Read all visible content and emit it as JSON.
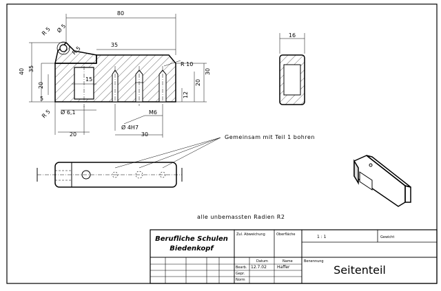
{
  "dims": {
    "d80": "80",
    "d35": "35",
    "r5a": "R 5",
    "r5b": "R 5",
    "phi5": "Ø 5",
    "r10": "R 10",
    "d40": "40",
    "d35v": "35",
    "d20v": "20",
    "d5": "5",
    "r5c": "R 5",
    "d15": "15",
    "d30r": "30",
    "d20r": "20",
    "d12": "12",
    "phi61": "Ø  6,1",
    "m6": "M6",
    "phi4h7": "Ø  4H7",
    "d20b": "20",
    "d30b": "30",
    "d16": "16"
  },
  "notes": {
    "drill": "Gemeinsam mit Teil 1 bohren",
    "radii": "alle unbemassten Radien R2"
  },
  "titleblock": {
    "org_line1": "Berufliche Schulen",
    "org_line2": "Biedenkopf",
    "zul_abweichung": "Zul. Abweichung",
    "oberflaeche": "Oberfläche",
    "scale": "1 : 1",
    "gewicht": "Gewicht",
    "datum": "Datum",
    "name": "Name",
    "benennung": "Benennung",
    "bearb": "Bearb.",
    "bearb_date": "12.7.02",
    "bearb_name": "Haffer",
    "gepr": "Gepr.",
    "norm": "Norm",
    "title": "Seitenteil"
  }
}
